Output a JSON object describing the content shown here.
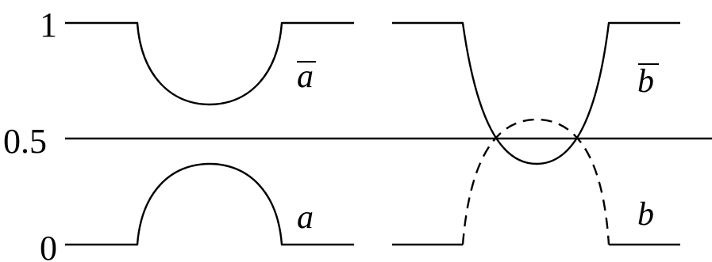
{
  "axis": {
    "tick_top": "1",
    "tick_mid": "0.5",
    "tick_bottom": "0"
  },
  "labels": {
    "a_bar": "a",
    "a": "a",
    "b_bar": "b",
    "b": "b"
  }
}
